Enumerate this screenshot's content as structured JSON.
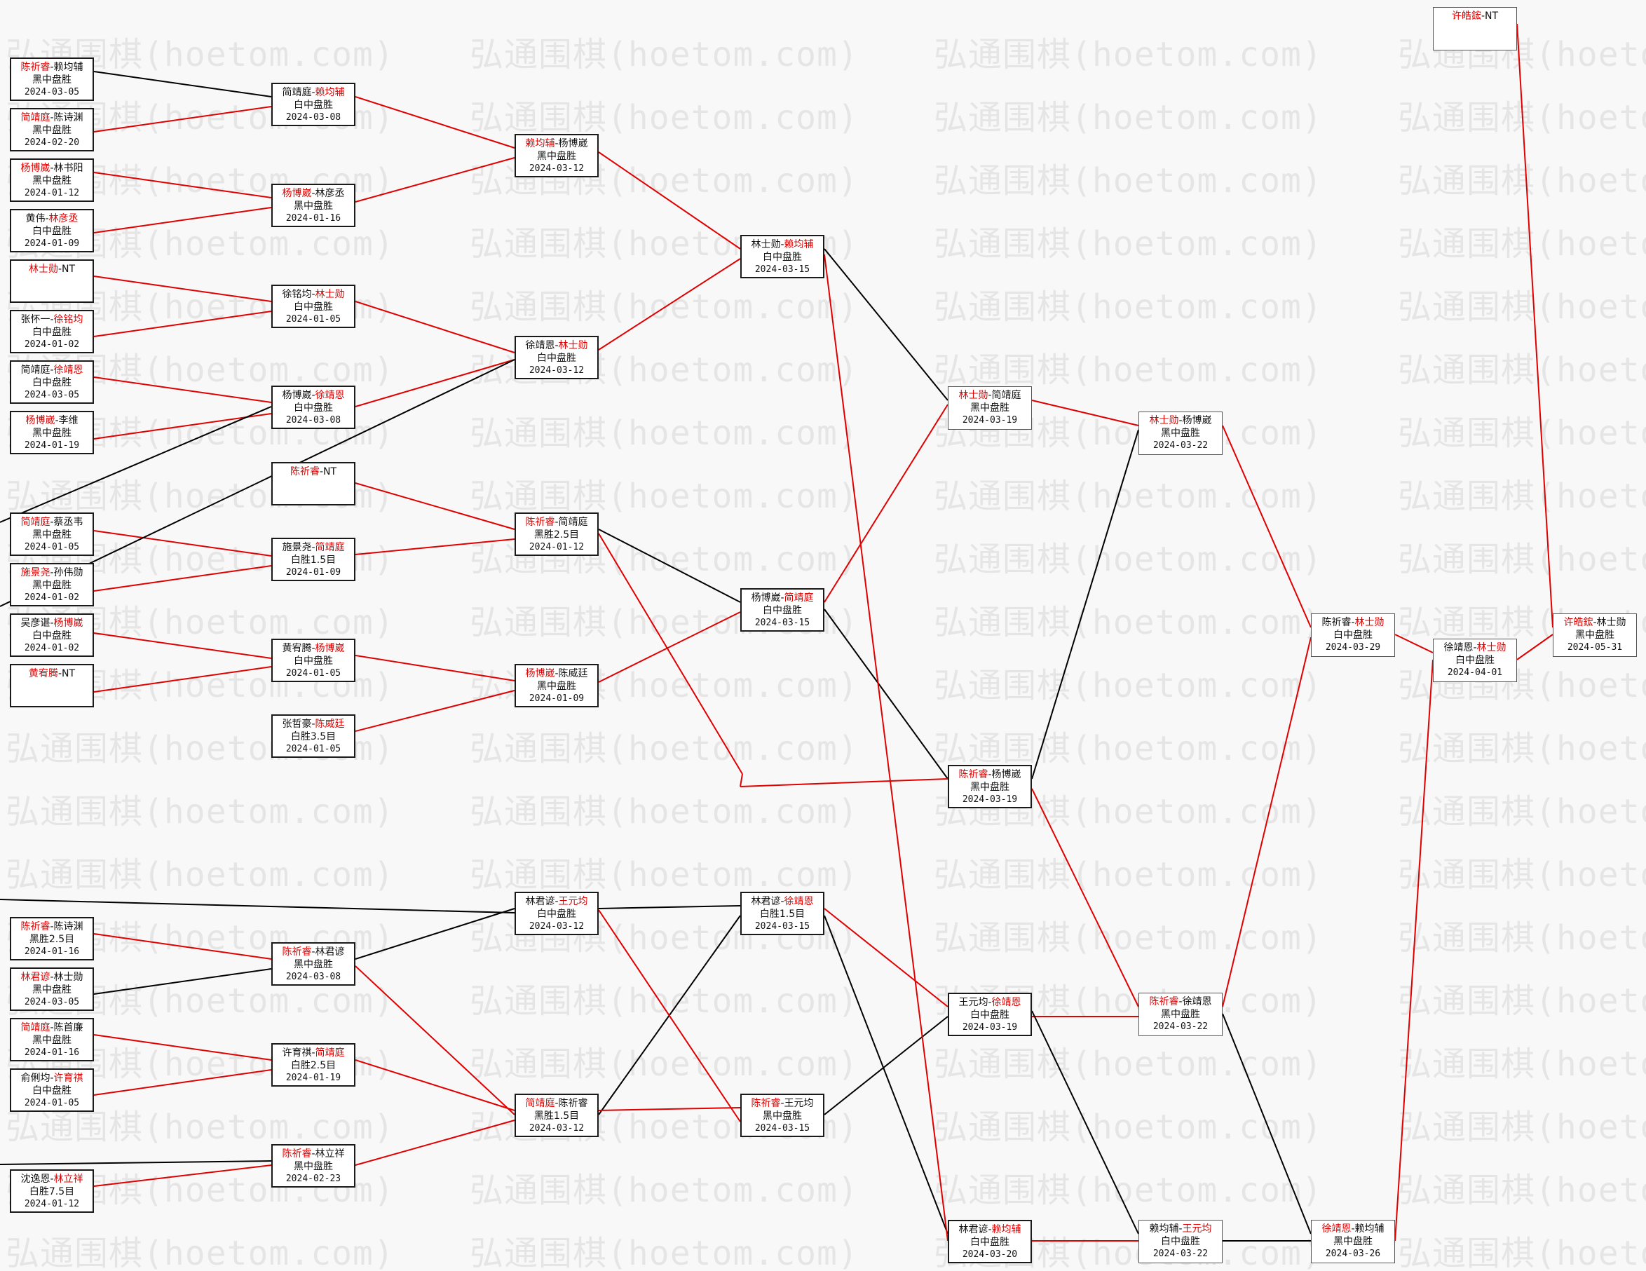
{
  "watermark": "弘通围棋(hoetom.com)",
  "colors": {
    "winner": "#e00000",
    "line_black": "#000000",
    "line_red": "#e00000"
  },
  "matches": [
    {
      "id": "r0a",
      "p1": "陈祈睿",
      "p2": "赖均辅",
      "win": 1,
      "result": "黑中盘胜",
      "date": "2024-03-05"
    },
    {
      "id": "r0b",
      "p1": "简靖庭",
      "p2": "陈诗渊",
      "win": 1,
      "result": "黑中盘胜",
      "date": "2024-02-20"
    },
    {
      "id": "r0c",
      "p1": "杨博崴",
      "p2": "林书阳",
      "win": 1,
      "result": "黑中盘胜",
      "date": "2024-01-12"
    },
    {
      "id": "r0d",
      "p1": "黄伟",
      "p2": "林彦丞",
      "win": 2,
      "result": "白中盘胜",
      "date": "2024-01-09"
    },
    {
      "id": "r0e",
      "p1": "林士勋",
      "p2": "NT",
      "win": 1,
      "result": "",
      "date": ""
    },
    {
      "id": "r0f",
      "p1": "张怀一",
      "p2": "徐铭均",
      "win": 2,
      "result": "白中盘胜",
      "date": "2024-01-02"
    },
    {
      "id": "r0g",
      "p1": "简靖庭",
      "p2": "徐靖恩",
      "win": 2,
      "result": "白中盘胜",
      "date": "2024-03-05"
    },
    {
      "id": "r0h",
      "p1": "杨博崴",
      "p2": "李维",
      "win": 1,
      "result": "黑中盘胜",
      "date": "2024-01-19"
    },
    {
      "id": "r0i",
      "p1": "简靖庭",
      "p2": "蔡丞韦",
      "win": 1,
      "result": "黑中盘胜",
      "date": "2024-01-05"
    },
    {
      "id": "r0j",
      "p1": "施景尧",
      "p2": "孙伟勋",
      "win": 1,
      "result": "黑中盘胜",
      "date": "2024-01-02"
    },
    {
      "id": "r0k",
      "p1": "吴彦谌",
      "p2": "杨博崴",
      "win": 2,
      "result": "白中盘胜",
      "date": "2024-01-02"
    },
    {
      "id": "r0l",
      "p1": "黄宥腾",
      "p2": "NT",
      "win": 1,
      "result": "",
      "date": ""
    },
    {
      "id": "r0m",
      "p1": "陈祈睿",
      "p2": "陈诗渊",
      "win": 1,
      "result": "黑胜2.5目",
      "date": "2024-01-16"
    },
    {
      "id": "r0n",
      "p1": "林君谚",
      "p2": "林士勋",
      "win": 1,
      "result": "黑中盘胜",
      "date": "2024-03-05"
    },
    {
      "id": "r0o",
      "p1": "简靖庭",
      "p2": "陈首廉",
      "win": 1,
      "result": "黑中盘胜",
      "date": "2024-01-16"
    },
    {
      "id": "r0p",
      "p1": "俞俐均",
      "p2": "许育祺",
      "win": 2,
      "result": "白中盘胜",
      "date": "2024-01-05"
    },
    {
      "id": "r0q",
      "p1": "沈逸恩",
      "p2": "林立祥",
      "win": 2,
      "result": "白胜7.5目",
      "date": "2024-01-12"
    },
    {
      "id": "r1a",
      "p1": "简靖庭",
      "p2": "赖均辅",
      "win": 2,
      "result": "白中盘胜",
      "date": "2024-03-08"
    },
    {
      "id": "r1b",
      "p1": "杨博崴",
      "p2": "林彦丞",
      "win": 1,
      "result": "黑中盘胜",
      "date": "2024-01-16"
    },
    {
      "id": "r1c",
      "p1": "徐铭均",
      "p2": "林士勋",
      "win": 2,
      "result": "白中盘胜",
      "date": "2024-01-05"
    },
    {
      "id": "r1d",
      "p1": "杨博崴",
      "p2": "徐靖恩",
      "win": 2,
      "result": "白中盘胜",
      "date": "2024-03-08"
    },
    {
      "id": "r1e",
      "p1": "陈祈睿",
      "p2": "NT",
      "win": 1,
      "result": "",
      "date": ""
    },
    {
      "id": "r1f",
      "p1": "施景尧",
      "p2": "简靖庭",
      "win": 2,
      "result": "白胜1.5目",
      "date": "2024-01-09"
    },
    {
      "id": "r1g",
      "p1": "黄宥腾",
      "p2": "杨博崴",
      "win": 2,
      "result": "白中盘胜",
      "date": "2024-01-05"
    },
    {
      "id": "r1h",
      "p1": "张哲豪",
      "p2": "陈威廷",
      "win": 2,
      "result": "白胜3.5目",
      "date": "2024-01-05"
    },
    {
      "id": "r1i",
      "p1": "陈祈睿",
      "p2": "林君谚",
      "win": 1,
      "result": "黑中盘胜",
      "date": "2024-03-08"
    },
    {
      "id": "r1j",
      "p1": "许育祺",
      "p2": "简靖庭",
      "win": 2,
      "result": "白胜2.5目",
      "date": "2024-01-19"
    },
    {
      "id": "r1k",
      "p1": "陈祈睿",
      "p2": "林立祥",
      "win": 1,
      "result": "黑中盘胜",
      "date": "2024-02-23"
    },
    {
      "id": "r2a",
      "p1": "赖均辅",
      "p2": "杨博崴",
      "win": 1,
      "result": "黑中盘胜",
      "date": "2024-03-12"
    },
    {
      "id": "r2b",
      "p1": "徐靖恩",
      "p2": "林士勋",
      "win": 2,
      "result": "白中盘胜",
      "date": "2024-03-12"
    },
    {
      "id": "r2c",
      "p1": "陈祈睿",
      "p2": "简靖庭",
      "win": 1,
      "result": "黑胜2.5目",
      "date": "2024-01-12"
    },
    {
      "id": "r2d",
      "p1": "杨博崴",
      "p2": "陈威廷",
      "win": 1,
      "result": "黑中盘胜",
      "date": "2024-01-09"
    },
    {
      "id": "r2e",
      "p1": "林君谚",
      "p2": "王元均",
      "win": 2,
      "result": "白中盘胜",
      "date": "2024-03-12"
    },
    {
      "id": "r2f",
      "p1": "简靖庭",
      "p2": "陈祈睿",
      "win": 1,
      "result": "黑胜1.5目",
      "date": "2024-03-12"
    },
    {
      "id": "r3a",
      "p1": "林士勋",
      "p2": "赖均辅",
      "win": 2,
      "result": "白中盘胜",
      "date": "2024-03-15"
    },
    {
      "id": "r3b",
      "p1": "杨博崴",
      "p2": "简靖庭",
      "win": 2,
      "result": "白中盘胜",
      "date": "2024-03-15"
    },
    {
      "id": "r3c",
      "p1": "林君谚",
      "p2": "徐靖恩",
      "win": 2,
      "result": "白胜1.5目",
      "date": "2024-03-15"
    },
    {
      "id": "r3d",
      "p1": "陈祈睿",
      "p2": "王元均",
      "win": 1,
      "result": "黑中盘胜",
      "date": "2024-03-15"
    },
    {
      "id": "r4a",
      "p1": "林士勋",
      "p2": "简靖庭",
      "win": 1,
      "result": "黑中盘胜",
      "date": "2024-03-19"
    },
    {
      "id": "r4b",
      "p1": "陈祈睿",
      "p2": "杨博崴",
      "win": 1,
      "result": "黑中盘胜",
      "date": "2024-03-19"
    },
    {
      "id": "r4c",
      "p1": "王元均",
      "p2": "徐靖恩",
      "win": 2,
      "result": "白中盘胜",
      "date": "2024-03-19"
    },
    {
      "id": "r4d",
      "p1": "林君谚",
      "p2": "赖均辅",
      "win": 2,
      "result": "白中盘胜",
      "date": "2024-03-20"
    },
    {
      "id": "r5a",
      "p1": "林士勋",
      "p2": "杨博崴",
      "win": 1,
      "result": "黑中盘胜",
      "date": "2024-03-22"
    },
    {
      "id": "r5b",
      "p1": "陈祈睿",
      "p2": "徐靖恩",
      "win": 1,
      "result": "黑中盘胜",
      "date": "2024-03-22"
    },
    {
      "id": "r5c",
      "p1": "赖均辅",
      "p2": "王元均",
      "win": 2,
      "result": "白中盘胜",
      "date": "2024-03-22"
    },
    {
      "id": "r6a",
      "p1": "陈祈睿",
      "p2": "林士勋",
      "win": 2,
      "result": "白中盘胜",
      "date": "2024-03-29"
    },
    {
      "id": "r6b",
      "p1": "徐靖恩",
      "p2": "赖均辅",
      "win": 1,
      "result": "黑中盘胜",
      "date": "2024-03-26"
    },
    {
      "id": "r7a",
      "p1": "徐靖恩",
      "p2": "林士勋",
      "win": 2,
      "result": "白中盘胜",
      "date": "2024-04-01"
    },
    {
      "id": "r7b",
      "p1": "许皓鋐",
      "p2": "NT",
      "win": 1,
      "result": "",
      "date": ""
    },
    {
      "id": "r8a",
      "p1": "许皓鋐",
      "p2": "林士勋",
      "win": 1,
      "result": "黑中盘胜",
      "date": "2024-05-31"
    }
  ]
}
